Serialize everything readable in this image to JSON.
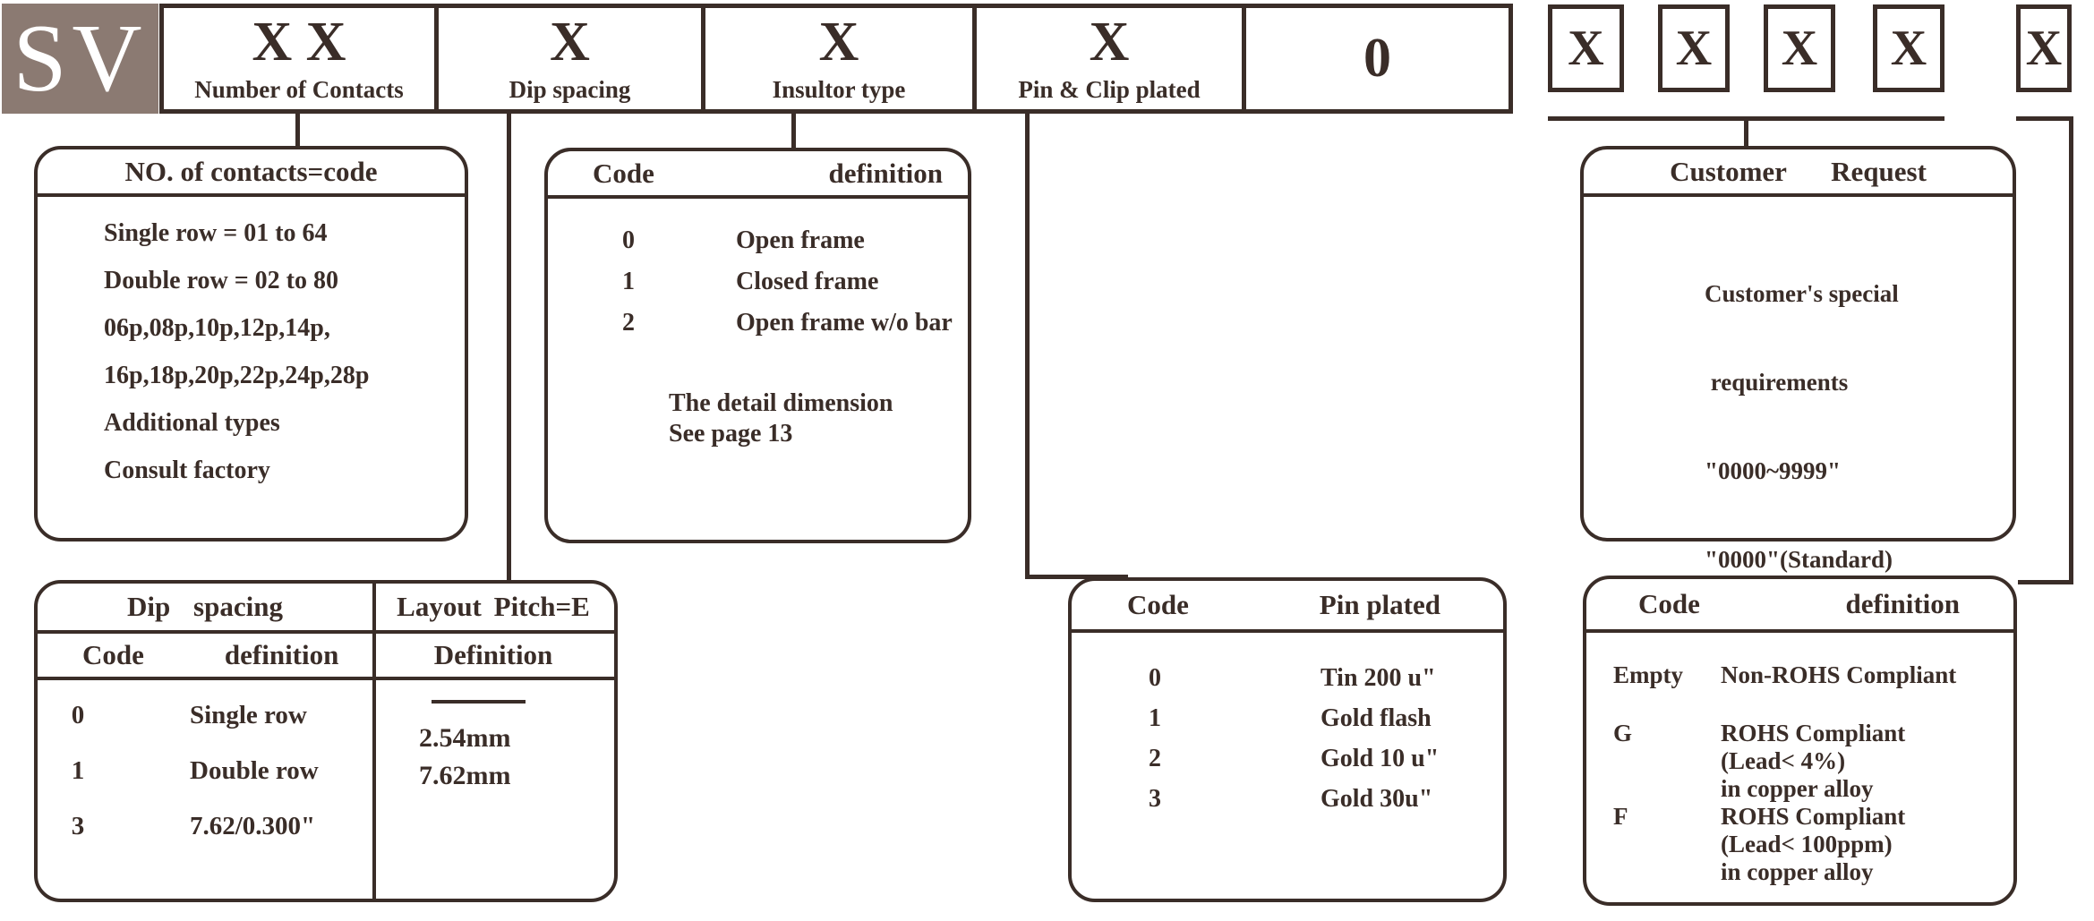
{
  "palette": {
    "ink": "#3a2d28",
    "sv_background": "#8b7a72",
    "page_background": "#ffffff"
  },
  "part_code": {
    "prefix": "SV",
    "segments": [
      {
        "code": "X X",
        "label": "Number of Contacts"
      },
      {
        "code": "X",
        "label": "Dip spacing"
      },
      {
        "code": "X",
        "label": "Insultor type"
      },
      {
        "code": "X",
        "label": "Pin & Clip plated"
      },
      {
        "code": "0",
        "label": ""
      }
    ],
    "customer_digits": [
      "X",
      "X",
      "X",
      "X"
    ],
    "rohs_digit": "X"
  },
  "callouts": {
    "contacts": {
      "title": "NO. of contacts=code",
      "lines": [
        "Single row = 01 to 64",
        "Double row = 02 to 80",
        "06p,08p,10p,12p,14p,",
        "16p,18p,20p,22p,24p,28p",
        "Additional types",
        "Consult factory"
      ]
    },
    "insulator": {
      "headers": {
        "code": "Code",
        "definition": "definition"
      },
      "rows": [
        {
          "code": "0",
          "def": "Open frame"
        },
        {
          "code": "1",
          "def": "Closed frame"
        },
        {
          "code": "2",
          "def": "Open frame w/o bar"
        }
      ],
      "note": [
        "The detail dimension",
        "See page 13"
      ]
    },
    "customer": {
      "title": "Customer Request",
      "lines": [
        "Customer's special",
        " requirements",
        "\"0000~9999\"",
        "\"0000\"(Standard)"
      ]
    },
    "dip": {
      "title": "Dip spacing",
      "headers": {
        "code": "Code",
        "definition": "definition"
      },
      "rows": [
        {
          "code": "0",
          "def": "Single row"
        },
        {
          "code": "1",
          "def": "Double row"
        },
        {
          "code": "3",
          "def": "7.62/0.300\""
        }
      ],
      "layout_pitch": {
        "title": "Layout Pitch=E",
        "header": "Definition",
        "values": [
          "2.54mm",
          "7.62mm"
        ]
      }
    },
    "pin": {
      "headers": {
        "code": "Code",
        "plated": "Pin plated"
      },
      "rows": [
        {
          "code": "0",
          "def": "Tin 200 u\""
        },
        {
          "code": "1",
          "def": "Gold flash"
        },
        {
          "code": "2",
          "def": "Gold 10 u\""
        },
        {
          "code": "3",
          "def": "Gold 30u\""
        }
      ]
    },
    "rohs": {
      "headers": {
        "code": "Code",
        "definition": "definition"
      },
      "rows": [
        {
          "code": "Empty",
          "lines": [
            "Non-ROHS Compliant"
          ]
        },
        {
          "code": "G",
          "lines": [
            "ROHS Compliant",
            "(Lead< 4%)",
            "in copper alloy"
          ]
        },
        {
          "code": "F",
          "lines": [
            "ROHS Compliant",
            "(Lead< 100ppm)",
            "in copper alloy"
          ]
        }
      ]
    }
  }
}
